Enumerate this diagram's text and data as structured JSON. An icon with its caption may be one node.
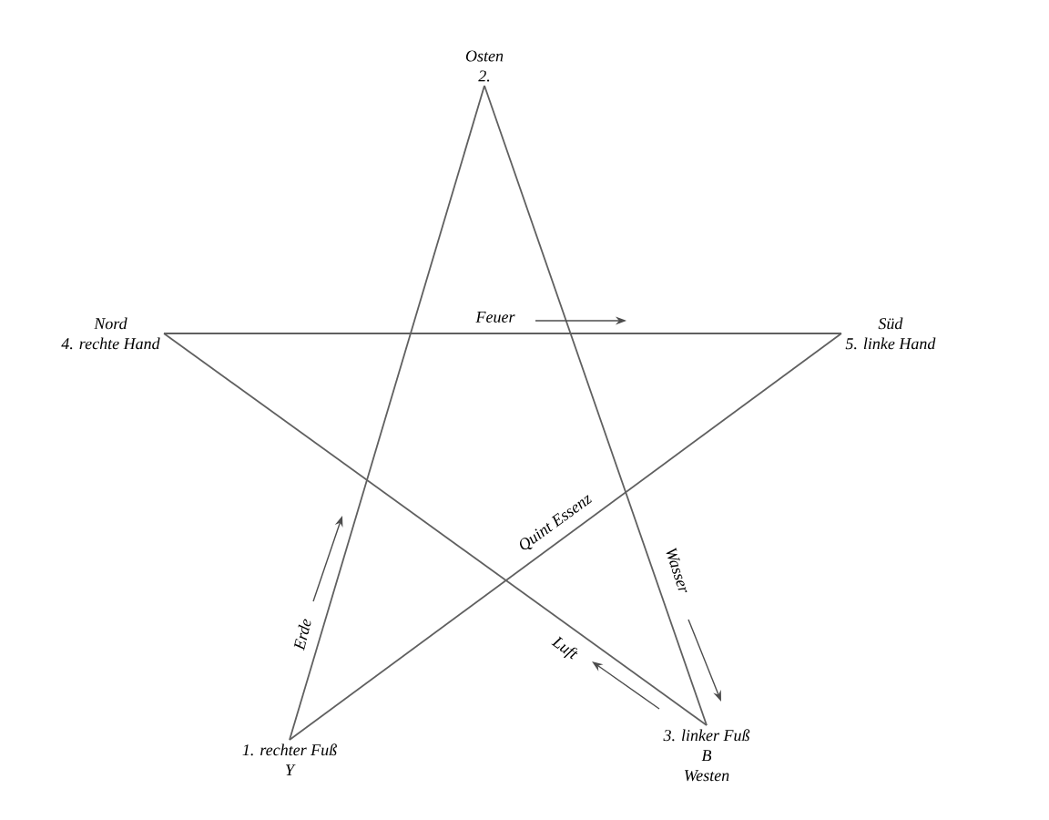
{
  "diagram": {
    "nodes": [
      {
        "text": [
          "Osten",
          "2."
        ]
      },
      {
        "text": [
          "Nord",
          "4. rechte Hand"
        ]
      },
      {
        "text": [
          "Süd",
          "5. linke Hand"
        ]
      },
      {
        "text": [
          "1. rechter Fuß",
          "Y"
        ]
      },
      {
        "text": [
          "3. linker Fuß",
          "B",
          "Westen"
        ]
      }
    ],
    "edges": [
      {
        "from": 3,
        "to": 0,
        "arrow": "none",
        "label": "Erde"
      },
      {
        "from": 0,
        "to": 4,
        "arrow": "none",
        "label": "Wasser"
      },
      {
        "from": 4,
        "to": 1,
        "arrow": "none",
        "label": "Luft"
      },
      {
        "from": 1,
        "to": 2,
        "arrow": "none",
        "label": "Feuer"
      },
      {
        "from": 2,
        "to": 3,
        "arrow": "none",
        "label": "Quint Essenz"
      }
    ]
  }
}
